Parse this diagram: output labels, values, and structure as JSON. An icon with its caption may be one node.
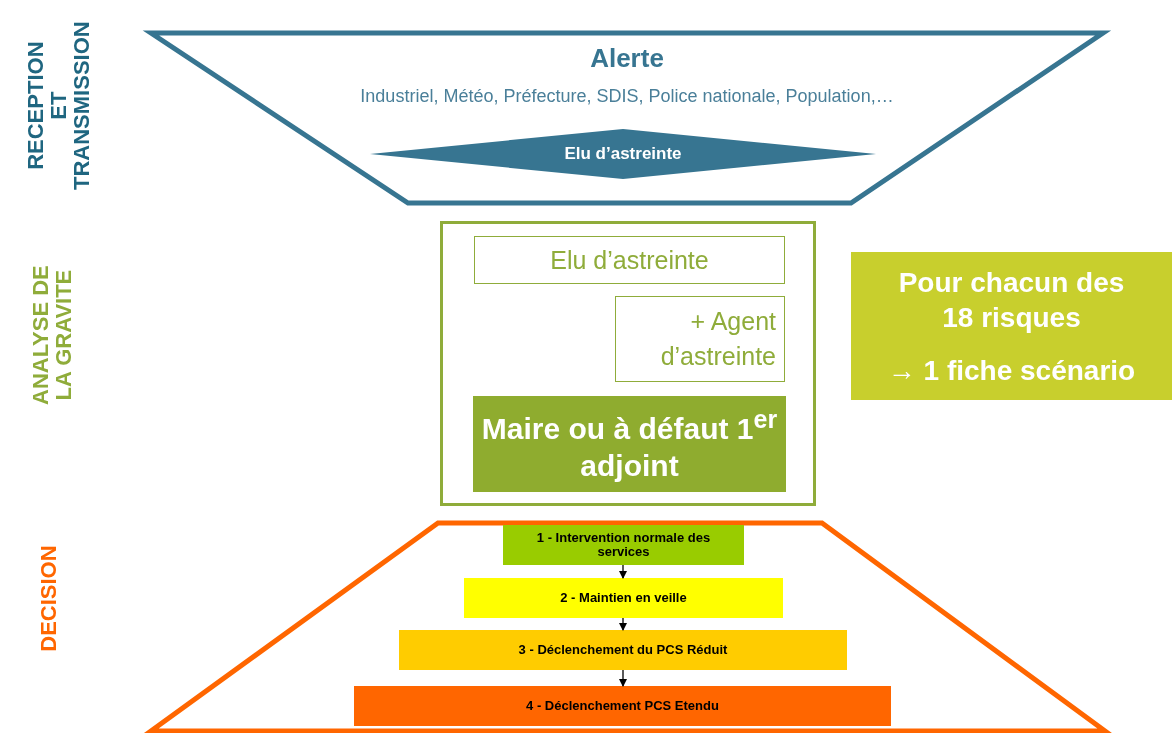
{
  "diagram": {
    "nodes": [
      {
        "text": [
          "Alerte",
          "Industriel, Météo, Préfecture, SDIS, Police nationale, Population,…"
        ]
      },
      {
        "text": [
          "Elu d’astreinte"
        ],
        "in": 0
      },
      {
        "text": [],
        "shape": "box"
      },
      {
        "text": [
          "Elu d’astreinte"
        ],
        "in": 2
      },
      {
        "text": [
          "+ Agent d’astreinte"
        ],
        "in": 2
      },
      {
        "text": [
          "Maire ou à défaut 1$^{er}$ adjoint"
        ],
        "in": 2
      },
      {
        "text": [
          "Pour chacun des 18 risques",
          "→ 1 fiche scénario"
        ]
      },
      {
        "text": [],
        "shape": "trapezoid"
      },
      {
        "text": [
          "1 - Intervention normale des services"
        ],
        "in": 7
      },
      {
        "text": [
          "2 - Maintien en veille"
        ],
        "in": 7
      },
      {
        "text": [
          "3 - Déclenchement du PCS Réduit"
        ],
        "in": 7
      },
      {
        "text": [
          "4 - Déclenchement PCS Etendu"
        ],
        "in": 7
      }
    ],
    "edges": [
      {
        "from": 8,
        "to": 9,
        "arrow": "to"
      },
      {
        "from": 9,
        "to": 10,
        "arrow": "to"
      },
      {
        "from": 10,
        "to": 11,
        "arrow": "to"
      }
    ],
    "labels": [
      "RECEPTION ET TRANSMISSION",
      "ANALYSE DE LA GRAVITE",
      "DECISION"
    ]
  }
}
